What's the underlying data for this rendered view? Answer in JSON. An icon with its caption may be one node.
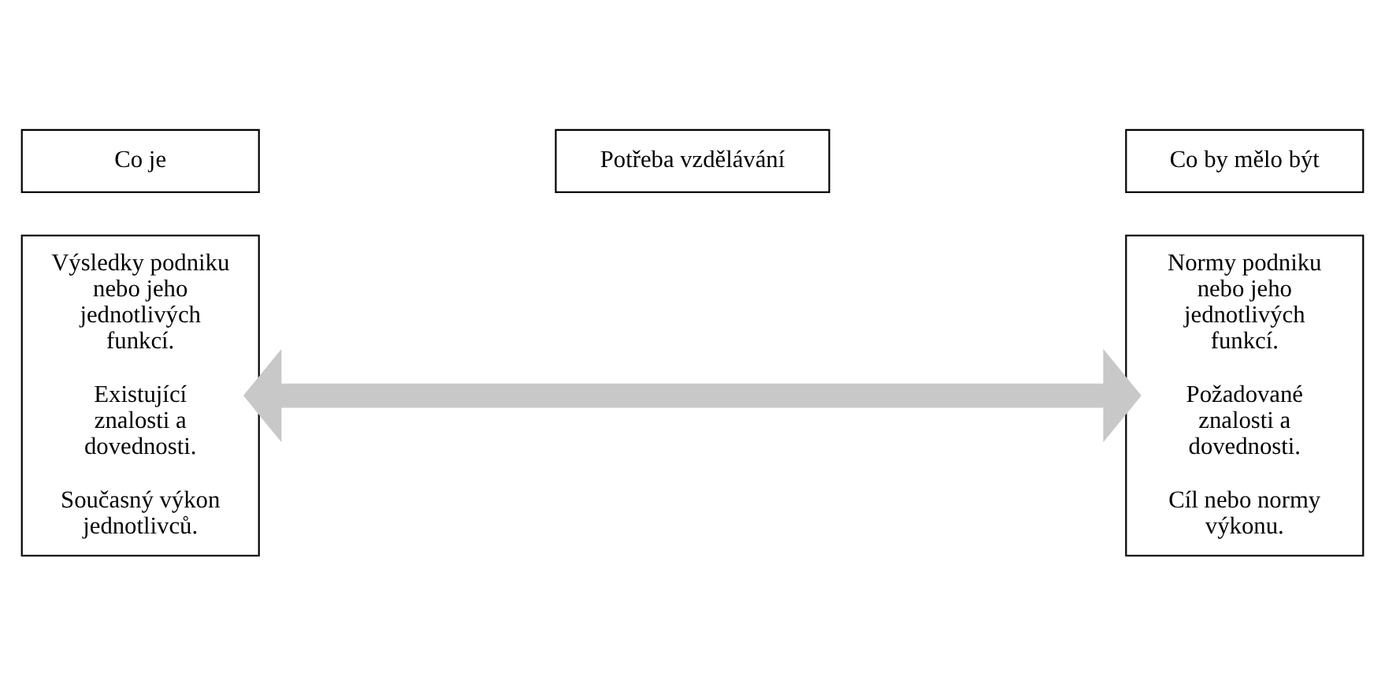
{
  "diagram": {
    "nodes": [
      {
        "text": [
          "Co je"
        ]
      },
      {
        "text": [
          "Potřeba vzdělávání"
        ]
      },
      {
        "text": [
          "Co by mělo být"
        ]
      },
      {
        "text": [
          "Výsledky podniku nebo jeho jednotlivých funkcí.",
          "Existující znalosti a dovednosti.",
          "Současný výkon jednotlivců."
        ]
      },
      {
        "text": [
          "Normy podniku nebo jeho jednotlivých funkcí.",
          "Požadované znalosti a dovednosti.",
          "Cíl nebo normy výkonu."
        ]
      }
    ],
    "edges": [
      {
        "from": 3,
        "to": 4,
        "arrow": "both",
        "color": "#c8c8c8"
      }
    ]
  }
}
